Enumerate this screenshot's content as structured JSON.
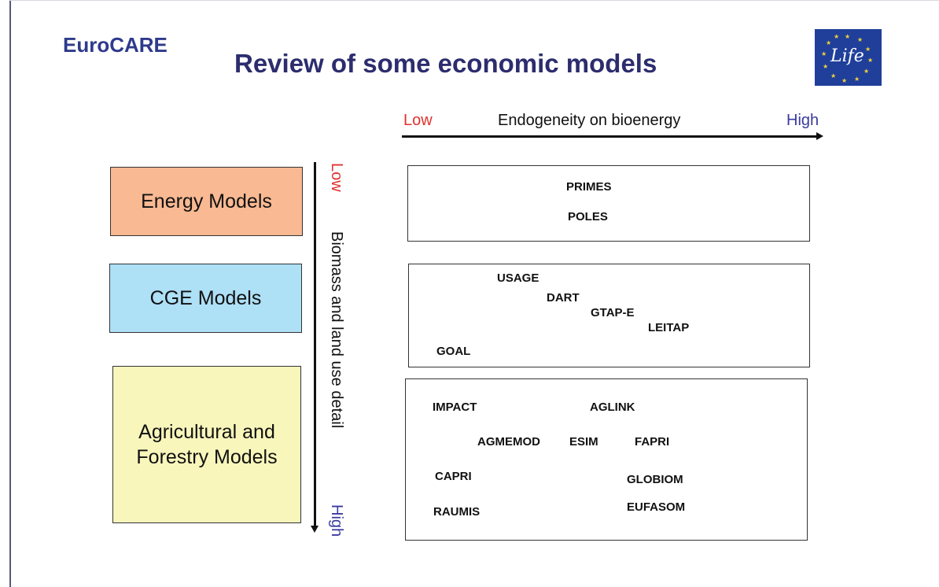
{
  "header": {
    "brand": "EuroCARE",
    "title": "Review of some economic models",
    "logo_text": "Life"
  },
  "horizontal_axis": {
    "low_label": "Low",
    "title": "Endogeneity on bioenergy",
    "high_label": "High"
  },
  "vertical_axis": {
    "low_label": "Low",
    "title": "Biomass and land use detail",
    "high_label": "High"
  },
  "categories": [
    {
      "label": "Energy Models",
      "color": "#f9b992"
    },
    {
      "label": "CGE Models",
      "color": "#aee0f6"
    },
    {
      "label": "Agricultural and Forestry Models",
      "color": "#f8f6bb"
    }
  ],
  "model_groups": {
    "energy": [
      "PRIMES",
      "POLES"
    ],
    "cge": [
      "USAGE",
      "DART",
      "GTAP-E",
      "LEITAP",
      "GOAL"
    ],
    "agriculture_forestry": [
      "IMPACT",
      "AGLINK",
      "AGMEMOD",
      "ESIM",
      "FAPRI",
      "CAPRI",
      "GLOBIOM",
      "RAUMIS",
      "EUFASOM"
    ]
  },
  "colors": {
    "brand": "#2e3a8c",
    "title": "#2c2c6e",
    "low": "#e0322e",
    "high": "#3a3aa0"
  }
}
